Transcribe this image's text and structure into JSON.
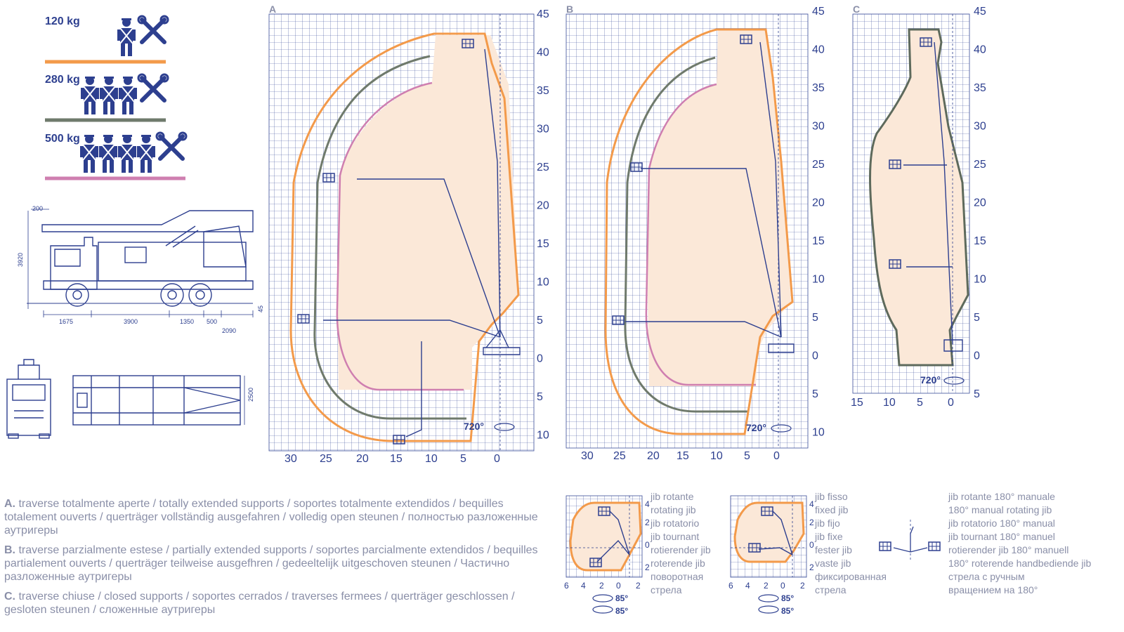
{
  "legend": [
    {
      "label": "120 kg",
      "people": 1,
      "color": "#f39a4a"
    },
    {
      "label": "280 kg",
      "people": 3,
      "color": "#6f7a6c"
    },
    {
      "label": "500 kg",
      "people": 4,
      "color": "#cf7fb0"
    }
  ],
  "truck_dims": {
    "top": "200",
    "height": "3920",
    "bottom": [
      "1675",
      "3900",
      "1350",
      "500",
      "2090"
    ],
    "right": "45",
    "width_top": "2500"
  },
  "panels": [
    {
      "letter": "A",
      "y_ticks": [
        "45",
        "40",
        "35",
        "30",
        "25",
        "20",
        "15",
        "10",
        "5",
        "0",
        "5",
        "10"
      ],
      "x_ticks": [
        "30",
        "25",
        "20",
        "15",
        "10",
        "5",
        "0"
      ],
      "rotation": "720°"
    },
    {
      "letter": "B",
      "y_ticks": [
        "45",
        "40",
        "35",
        "30",
        "25",
        "20",
        "15",
        "10",
        "5",
        "0",
        "5",
        "10"
      ],
      "x_ticks": [
        "30",
        "25",
        "20",
        "15",
        "10",
        "5",
        "0"
      ],
      "rotation": "720°"
    },
    {
      "letter": "C",
      "y_ticks": [
        "45",
        "40",
        "35",
        "30",
        "25",
        "20",
        "15",
        "10",
        "5",
        "0",
        "5"
      ],
      "x_ticks": [
        "15",
        "10",
        "5",
        "0"
      ],
      "rotation": "720°"
    }
  ],
  "jib_panels": [
    {
      "y_ticks": [
        "4",
        "2",
        "0",
        "2"
      ],
      "x_ticks": [
        "6",
        "4",
        "2",
        "0",
        "2"
      ],
      "angle": "85°",
      "angle2": "85°",
      "labels": [
        "jib rotante",
        "rotating jib",
        "jib rotatorio",
        "jib tournant",
        "rotierender jib",
        "roterende jib",
        "поворотная",
        "стрела"
      ]
    },
    {
      "y_ticks": [
        "4",
        "2",
        "0",
        "2"
      ],
      "x_ticks": [
        "6",
        "4",
        "2",
        "0",
        "2"
      ],
      "angle": "85°",
      "angle2": "85°",
      "labels": [
        "jib fisso",
        "fixed jib",
        "jib fijo",
        "jib fixe",
        "fester jib",
        "vaste jib",
        "фиксированная",
        "стрела"
      ]
    }
  ],
  "manual_jib_labels": [
    "jib rotante 180° manuale",
    "180° manual rotating jib",
    "jib rotatorio 180° manual",
    "jib tournant 180° manuel",
    "rotierender jib 180° manuell",
    "180° roterende handbediende jib",
    "стрела с ручным",
    "вращением на 180°"
  ],
  "descriptions": [
    {
      "letter": "A.",
      "text": " traverse totalmente aperte / totally extended supports / soportes totalmente extendidos / bequilles totalement ouverts / querträger vollständig ausgefahren / volledig open steunen / полностью разложенные аутригеры"
    },
    {
      "letter": "B.",
      "text": " traverse parzialmente estese / partially extended supports / soportes parcialmente extendidos / bequilles partialement ouverts / querträger teilweise ausgefhren / gedeeltelijk uitgeschoven steunen / Частично разложенные аутригеры"
    },
    {
      "letter": "C.",
      "text": " traverse chiuse / closed supports / soportes cerrados / traverses fermees / querträger geschlossen / gesloten steunen / сложенные аутригеры"
    }
  ],
  "colors": {
    "grid": "#2d3f8f",
    "fill": "#fbe8d8",
    "orange": "#f39a4a",
    "gray": "#6f7a6c",
    "pink": "#cf7fb0"
  }
}
